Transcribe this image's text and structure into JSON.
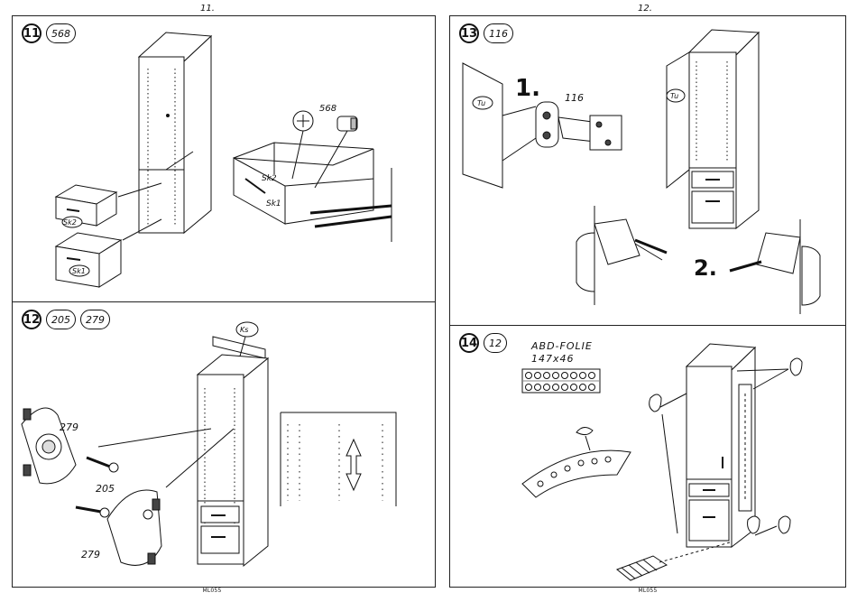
{
  "pages": [
    {
      "number": "11.",
      "footer": "ML055"
    },
    {
      "number": "12.",
      "footer": "ML055"
    }
  ],
  "steps": {
    "s11": {
      "step": "11",
      "quantity": "568",
      "labels": {
        "part": "568",
        "drawer_top": "Sk2",
        "drawer_bottom": "Sk1",
        "detail_top": "Sk2",
        "detail_bottom": "Sk1"
      }
    },
    "s12": {
      "step": "12",
      "quantities": [
        "205",
        "279"
      ],
      "labels": {
        "ks": "Ks",
        "part_a": "279",
        "part_b": "205",
        "part_c": "279"
      }
    },
    "s13": {
      "step": "13",
      "quantity": "116",
      "labels": {
        "door_left": "Tu",
        "door_right": "Tu",
        "hinge": "116",
        "stage1": "1.",
        "stage2": "2."
      }
    },
    "s14": {
      "step": "14",
      "quantity": "12",
      "labels": {
        "foil_name": "ABD-FOLIE",
        "foil_size": "147x46"
      }
    }
  }
}
